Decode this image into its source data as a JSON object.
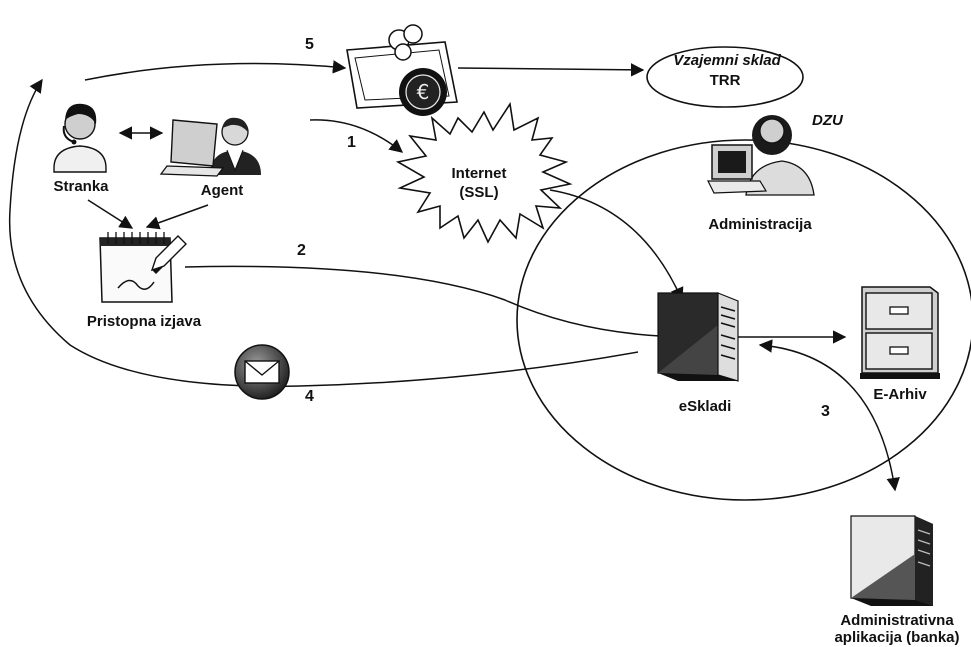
{
  "diagram": {
    "nodes": {
      "stranka": "Stranka",
      "agent": "Agent",
      "pristopna_izjava": "Pristopna izjava",
      "internet": "Internet",
      "internet_ssl": "(SSL)",
      "vzajemni_sklad": "Vzajemni sklad",
      "trr": "TRR",
      "dzu": "DZU",
      "administracija": "Administracija",
      "eskladi": "eSkladi",
      "e_arhiv": "E-Arhiv",
      "admin_app_line1": "Administrativna",
      "admin_app_line2": "aplikacija (banka)"
    },
    "steps": {
      "s1": "1",
      "s2": "2",
      "s3": "3",
      "s4": "4",
      "s5": "5"
    },
    "icons": {
      "stranka": "person-headset-icon",
      "agent": "person-laptop-icon",
      "document": "notepad-pencil-icon",
      "money": "banknote-euro-icon",
      "mail": "envelope-icon",
      "admin": "person-computer-icon",
      "server": "server-tower-icon",
      "archive": "filing-cabinet-icon"
    }
  }
}
